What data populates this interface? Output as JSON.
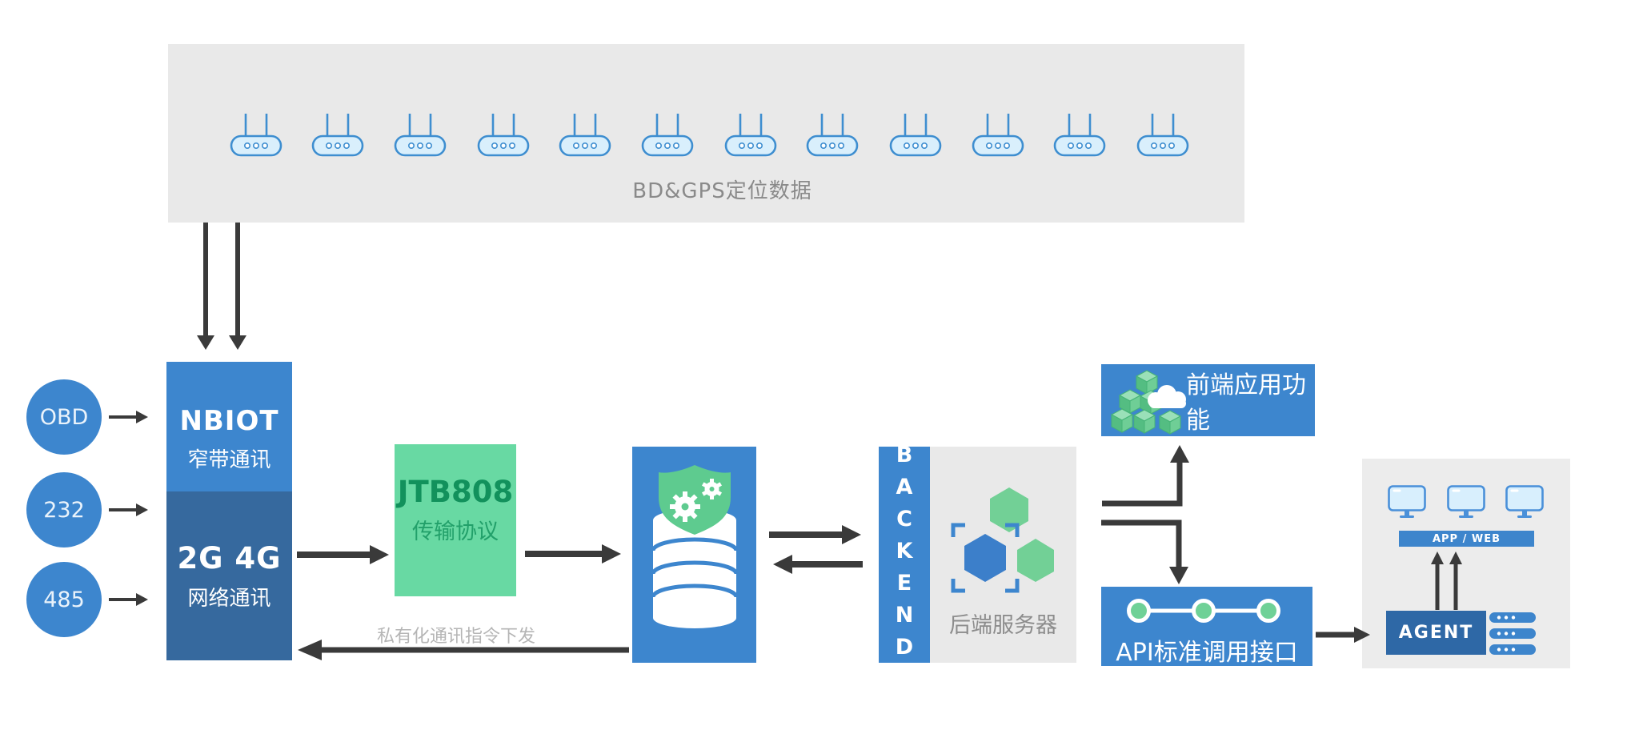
{
  "colors": {
    "primary_blue": "#3d86ce",
    "deep_blue": "#36699e",
    "agent_blue": "#2e68a6",
    "protocol_green": "#68d9a3",
    "protocol_text_green": "#12915c",
    "icon_green": "#6fd197",
    "panel_gray": "#e9e9e9",
    "arrow_dark": "#3a3a3a",
    "caption_gray": "#8a8a8a",
    "faint_caption_gray": "#b5b5b5",
    "device_fill": "#d9effc",
    "device_stroke": "#3e8ed0"
  },
  "top_panel": {
    "caption": "BD&GPS定位数据",
    "device_count": 12,
    "device_icon": "gps-terminal-icon"
  },
  "inputs": [
    {
      "label": "OBD"
    },
    {
      "label": "232"
    },
    {
      "label": "485"
    }
  ],
  "comm_box": {
    "nbiot_title": "NBIOT",
    "nbiot_subtitle": "窄带通讯",
    "cell_title": "2G 4G",
    "cell_subtitle": "网络通讯"
  },
  "protocol_box": {
    "title": "JTB808",
    "subtitle": "传输协议"
  },
  "gateway_box": {
    "icon": "shield-database-icon"
  },
  "backend": {
    "bar_label": "BACKEND",
    "caption": "后端服务器",
    "icon": "hexagon-cluster-icon"
  },
  "frontend_box": {
    "label": "前端应用功能",
    "icon": "cubes-cloud-icon"
  },
  "api_box": {
    "label": "API标准调用接口",
    "icon": "api-nodes-icon"
  },
  "client_panel": {
    "app_web_label": "APP / WEB",
    "agent_label": "AGENT",
    "monitor_count": 3,
    "server_count": 3
  },
  "annotations": {
    "downlink_label": "私有化通讯指令下发"
  }
}
